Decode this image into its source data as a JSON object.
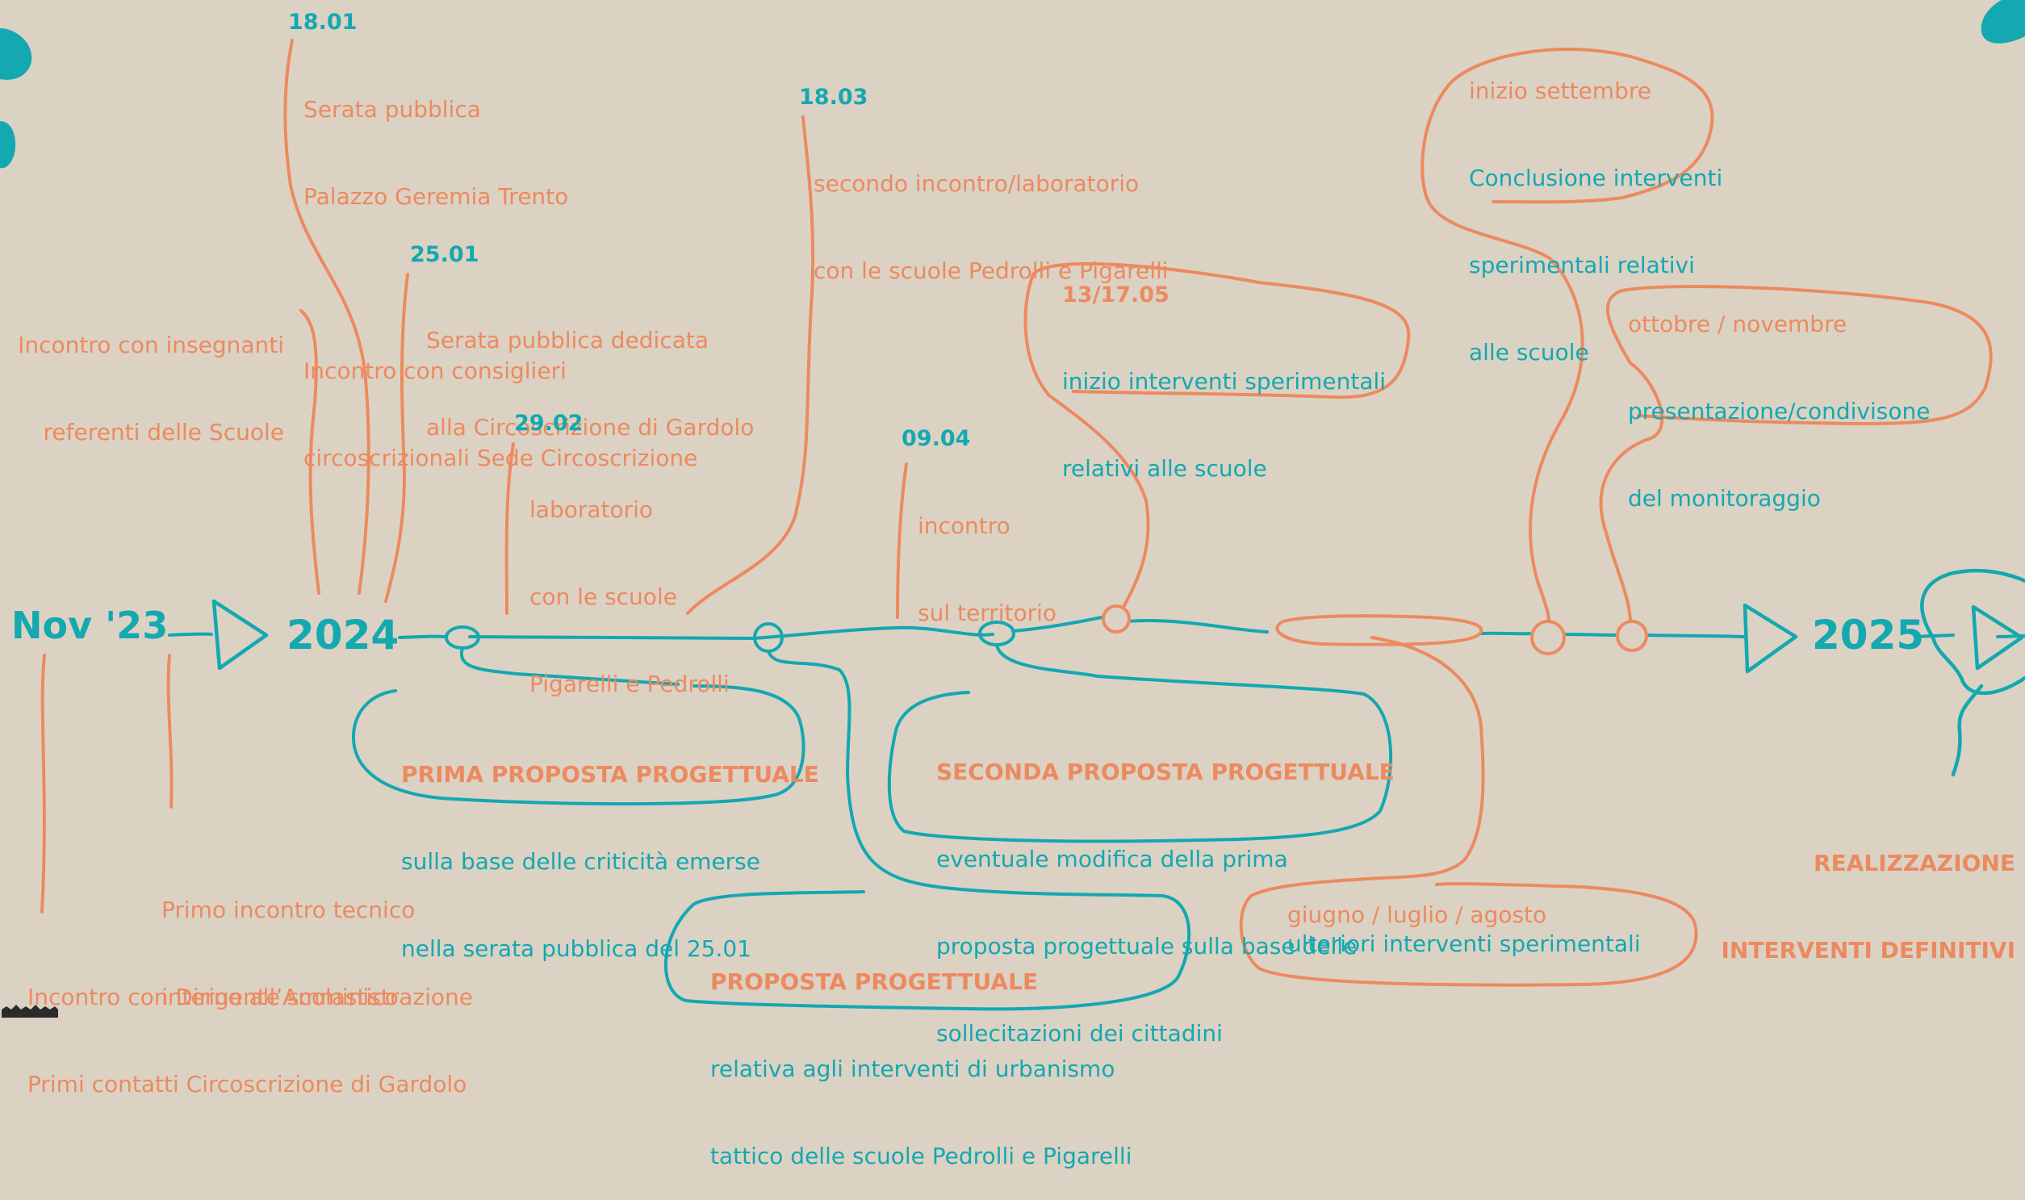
{
  "colors": {
    "background": "#dbd2c4",
    "teal": "#14a8b0",
    "orange": "#ec8a5f"
  },
  "timeline": {
    "start": "Nov '23",
    "year_2024": "2024",
    "year_2025": "2025"
  },
  "milestones": {
    "m1801": {
      "date": "18.01",
      "line1": "Serata pubblica",
      "line2": "Palazzo Geremia Trento",
      "line3": "Incontro con consiglieri",
      "line4": "circoscrizionali Sede Circoscrizione"
    },
    "insegnanti": {
      "line1": "Incontro con insegnanti",
      "line2": "referenti delle Scuole"
    },
    "m2501": {
      "date": "25.01",
      "line1": "Serata pubblica dedicata",
      "line2": "alla Circoscrizione di Gardolo"
    },
    "m2902": {
      "date": "29.02",
      "line1": "laboratorio",
      "line2": "con le scuole",
      "line3": "Pigarelli e Pedrolli"
    },
    "m1803": {
      "date": "18.03",
      "line1": "secondo incontro/laboratorio",
      "line2": "con le scuole Pedrolli e Pigarelli"
    },
    "m0904": {
      "date": "09.04",
      "line1": "incontro",
      "line2": "sul territorio"
    },
    "m1317": {
      "date": "13/17.05",
      "line1": "inizio interventi sperimentali",
      "line2": "relativi alle scuole"
    },
    "settembre": {
      "date": "inizio settembre",
      "line1": "Conclusione interventi",
      "line2": "sperimentali relativi",
      "line3": "alle scuole"
    },
    "ottnov": {
      "date": "ottobre / novembre",
      "line1": "presentazione/condivisone",
      "line2": "del monitoraggio"
    },
    "estate": {
      "date": "giugno / luglio / agosto",
      "line1": "ulteriori interventi sperimentali"
    },
    "tecnico": {
      "line1": "Primo incontro tecnico",
      "line2": "interno all’Amministrazione"
    },
    "dirigente": {
      "line1": "Incontro con Dirigente scolastico",
      "line2": "Primi contatti Circoscrizione di Gardolo"
    },
    "realizzazione": {
      "line1": "REALIZZAZIONE",
      "line2": "INTERVENTI DEFINITIVI"
    }
  },
  "proposals": {
    "prima": {
      "title": "PRIMA PROPOSTA PROGETTUALE",
      "line1": "sulla base delle criticità emerse",
      "line2": "nella serata pubblica del 25.01"
    },
    "urbanismo": {
      "title": "PROPOSTA PROGETTUALE",
      "line1": "relativa agli interventi di urbanismo",
      "line2": "tattico delle scuole Pedrolli e Pigarelli"
    },
    "seconda": {
      "title": "SECONDA PROPOSTA PROGETTUALE",
      "line1": "eventuale modifica della prima",
      "line2": "proposta progettuale sulla base delle",
      "line3": "sollecitazioni dei cittadini"
    }
  }
}
